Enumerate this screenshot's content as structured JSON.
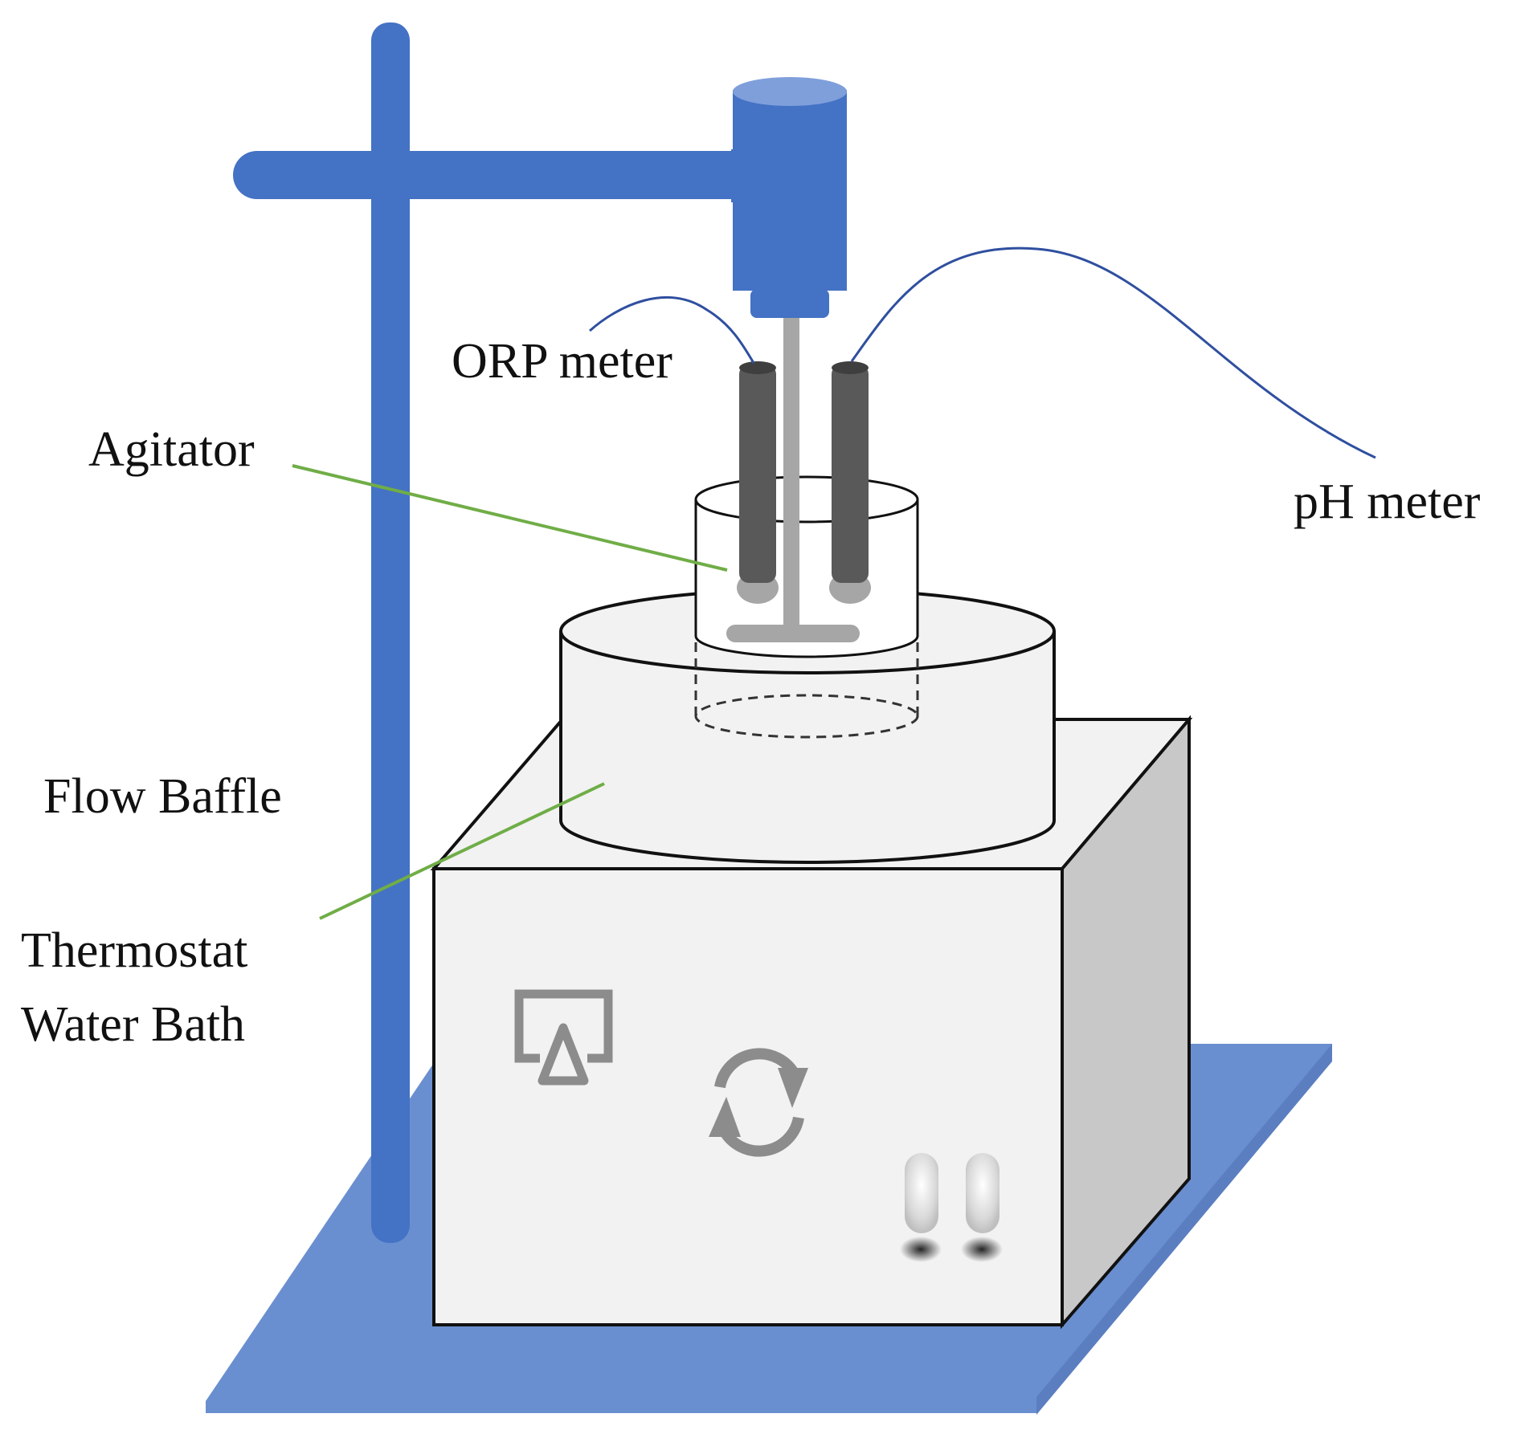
{
  "labels": {
    "orp_meter": "ORP meter",
    "ph_meter": "pH meter",
    "agitator": "Agitator",
    "flow_baffle": "Flow Baffle",
    "thermostat_line1": "Thermostat",
    "thermostat_line2": "Water Bath"
  },
  "colors": {
    "stand_blue": "#4472C4",
    "base_plate_blue": "#6A8FD0",
    "leader_green": "#70AD47",
    "wire_blue": "#2F4F9F",
    "electrode_gray": "#595959",
    "box_fill": "#F2F2F2",
    "box_side": "#C8C8C8",
    "panel_icon_gray": "#8C8C8C"
  },
  "icons": [
    "display-icon",
    "circulation-icon",
    "toggle-switch-icon"
  ]
}
